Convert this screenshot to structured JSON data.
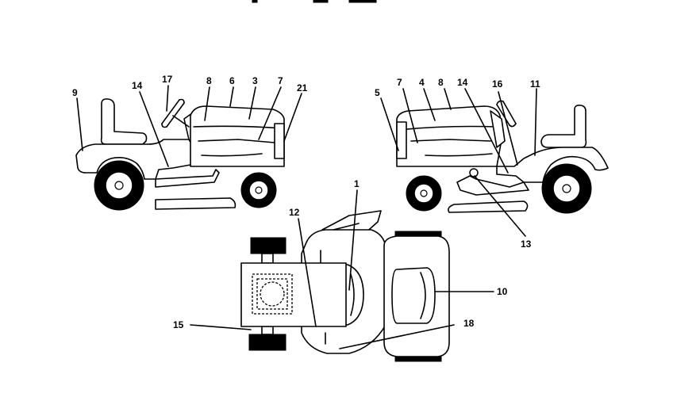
{
  "callouts": {
    "left_view": [
      "9",
      "14",
      "17",
      "8",
      "6",
      "3",
      "7",
      "21"
    ],
    "right_view": [
      "5",
      "7",
      "4",
      "8",
      "14",
      "16",
      "11",
      "13"
    ],
    "top_view": [
      "1",
      "12",
      "10",
      "15",
      "18"
    ]
  }
}
